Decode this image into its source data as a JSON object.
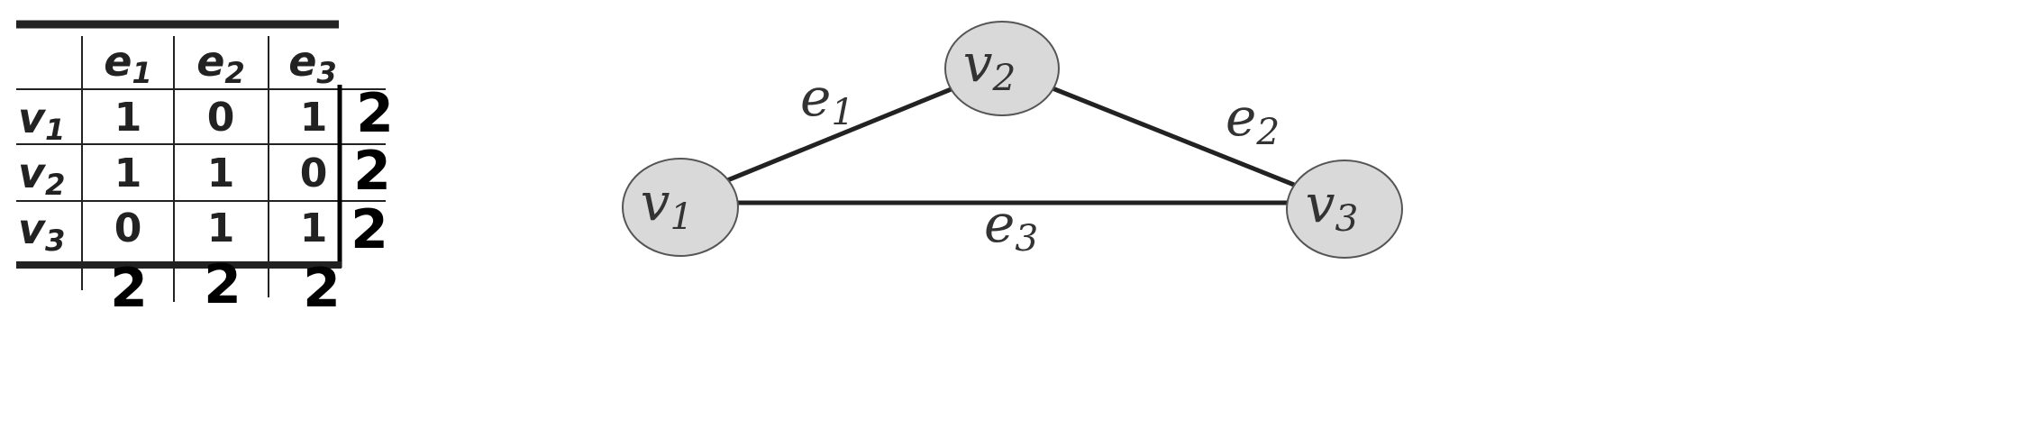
{
  "matrix": {
    "column_headers": [
      {
        "base": "e",
        "sub": "1"
      },
      {
        "base": "e",
        "sub": "2"
      },
      {
        "base": "e",
        "sub": "3"
      }
    ],
    "rows": [
      {
        "header": {
          "base": "v",
          "sub": "1"
        },
        "cells": [
          "1",
          "0",
          "1"
        ],
        "row_sum": "2"
      },
      {
        "header": {
          "base": "v",
          "sub": "2"
        },
        "cells": [
          "1",
          "1",
          "0"
        ],
        "row_sum": "2"
      },
      {
        "header": {
          "base": "v",
          "sub": "3"
        },
        "cells": [
          "0",
          "1",
          "1"
        ],
        "row_sum": "2"
      }
    ],
    "column_sums": [
      "2",
      "2",
      "2"
    ]
  },
  "graph": {
    "nodes": [
      {
        "id": "v1",
        "base": "v",
        "sub": "1"
      },
      {
        "id": "v2",
        "base": "v",
        "sub": "2"
      },
      {
        "id": "v3",
        "base": "v",
        "sub": "3"
      }
    ],
    "edges": [
      {
        "id": "e1",
        "from": "v1",
        "to": "v2",
        "base": "e",
        "sub": "1"
      },
      {
        "id": "e2",
        "from": "v2",
        "to": "v3",
        "base": "e",
        "sub": "2"
      },
      {
        "id": "e3",
        "from": "v1",
        "to": "v3",
        "base": "e",
        "sub": "3"
      }
    ]
  },
  "colors": {
    "node_fill": "#d9d9d9",
    "node_stroke": "#555555",
    "line": "#222222",
    "handwriting": "#000000"
  }
}
